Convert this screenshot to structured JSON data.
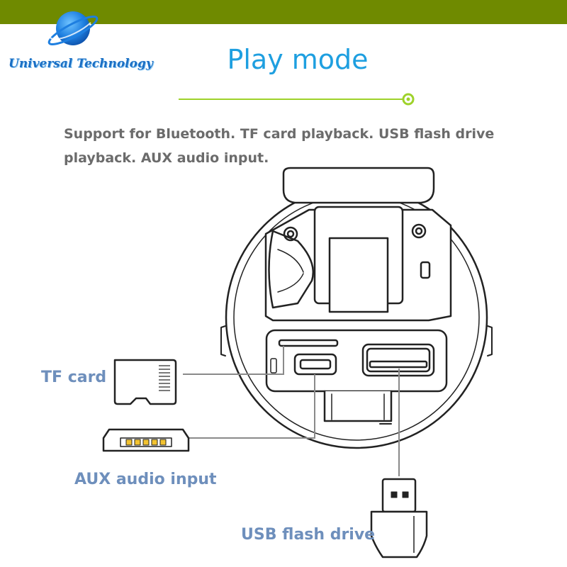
{
  "brand": {
    "name": "Universal Technology",
    "bar_color": "#6f8a00",
    "accent_color": "#1e9fe0",
    "divider_dot_color": "#9ed22a"
  },
  "header": {
    "title": "Play mode"
  },
  "description": {
    "line1": "Support for Bluetooth. TF card playback. USB flash drive",
    "line2": "playback. AUX audio input."
  },
  "callouts": {
    "tf_card": "TF card",
    "aux_input": "AUX audio input",
    "usb_drive": "USB flash drive"
  },
  "icons": [
    "planet-logo-icon",
    "tf-card-icon",
    "micro-usb-connector-icon",
    "usb-flash-drive-icon"
  ]
}
